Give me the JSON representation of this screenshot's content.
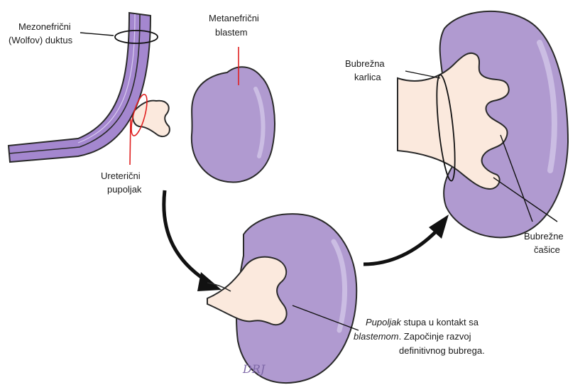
{
  "labels": {
    "mesonephric_line1": "Mezonefrični",
    "mesonephric_line2": "(Wolfov) duktus",
    "metanephric_line1": "Metanefrični",
    "metanephric_line2": "blastem",
    "ureteric_line1": "Ureterični",
    "ureteric_line2": "pupoljak",
    "pelvis_line1": "Bubrežna",
    "pelvis_line2": "karlica",
    "calyces_line1": "Bubrežne",
    "calyces_line2": "čašice"
  },
  "caption": {
    "line1_italic": "Pupoljak",
    "line1_rest": " stupa u kontakt sa",
    "line2_italic": "blastemom",
    "line2_rest": ". Započinje razvoj",
    "line3": "definitivnog bubrega."
  },
  "signature": "DRJ",
  "colors": {
    "kidney_fill": "#b09ad0",
    "kidney_dark": "#8f74b8",
    "duct_fill": "#a487cf",
    "bud_fill": "#fbe9dd",
    "outline": "#2a2a2a",
    "marker_red": "#e02020",
    "arrow": "#111111"
  }
}
